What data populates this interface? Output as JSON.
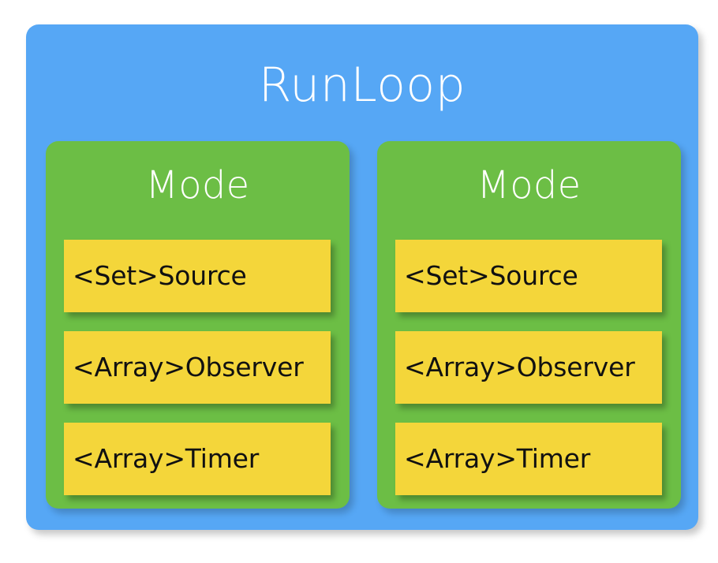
{
  "diagram": {
    "title": "RunLoop",
    "colors": {
      "outer_card": "#56a7f5",
      "mode_card": "#6cbe45",
      "item_box": "#f4d63a",
      "title_text": "#ffffff",
      "item_text": "#111111",
      "background": "#ffffff"
    },
    "modes": [
      {
        "title": "Mode",
        "items": [
          {
            "label": "<Set>Source"
          },
          {
            "label": "<Array>Observer"
          },
          {
            "label": "<Array>Timer"
          }
        ]
      },
      {
        "title": "Mode",
        "items": [
          {
            "label": "<Set>Source"
          },
          {
            "label": "<Array>Observer"
          },
          {
            "label": "<Array>Timer"
          }
        ]
      }
    ]
  }
}
